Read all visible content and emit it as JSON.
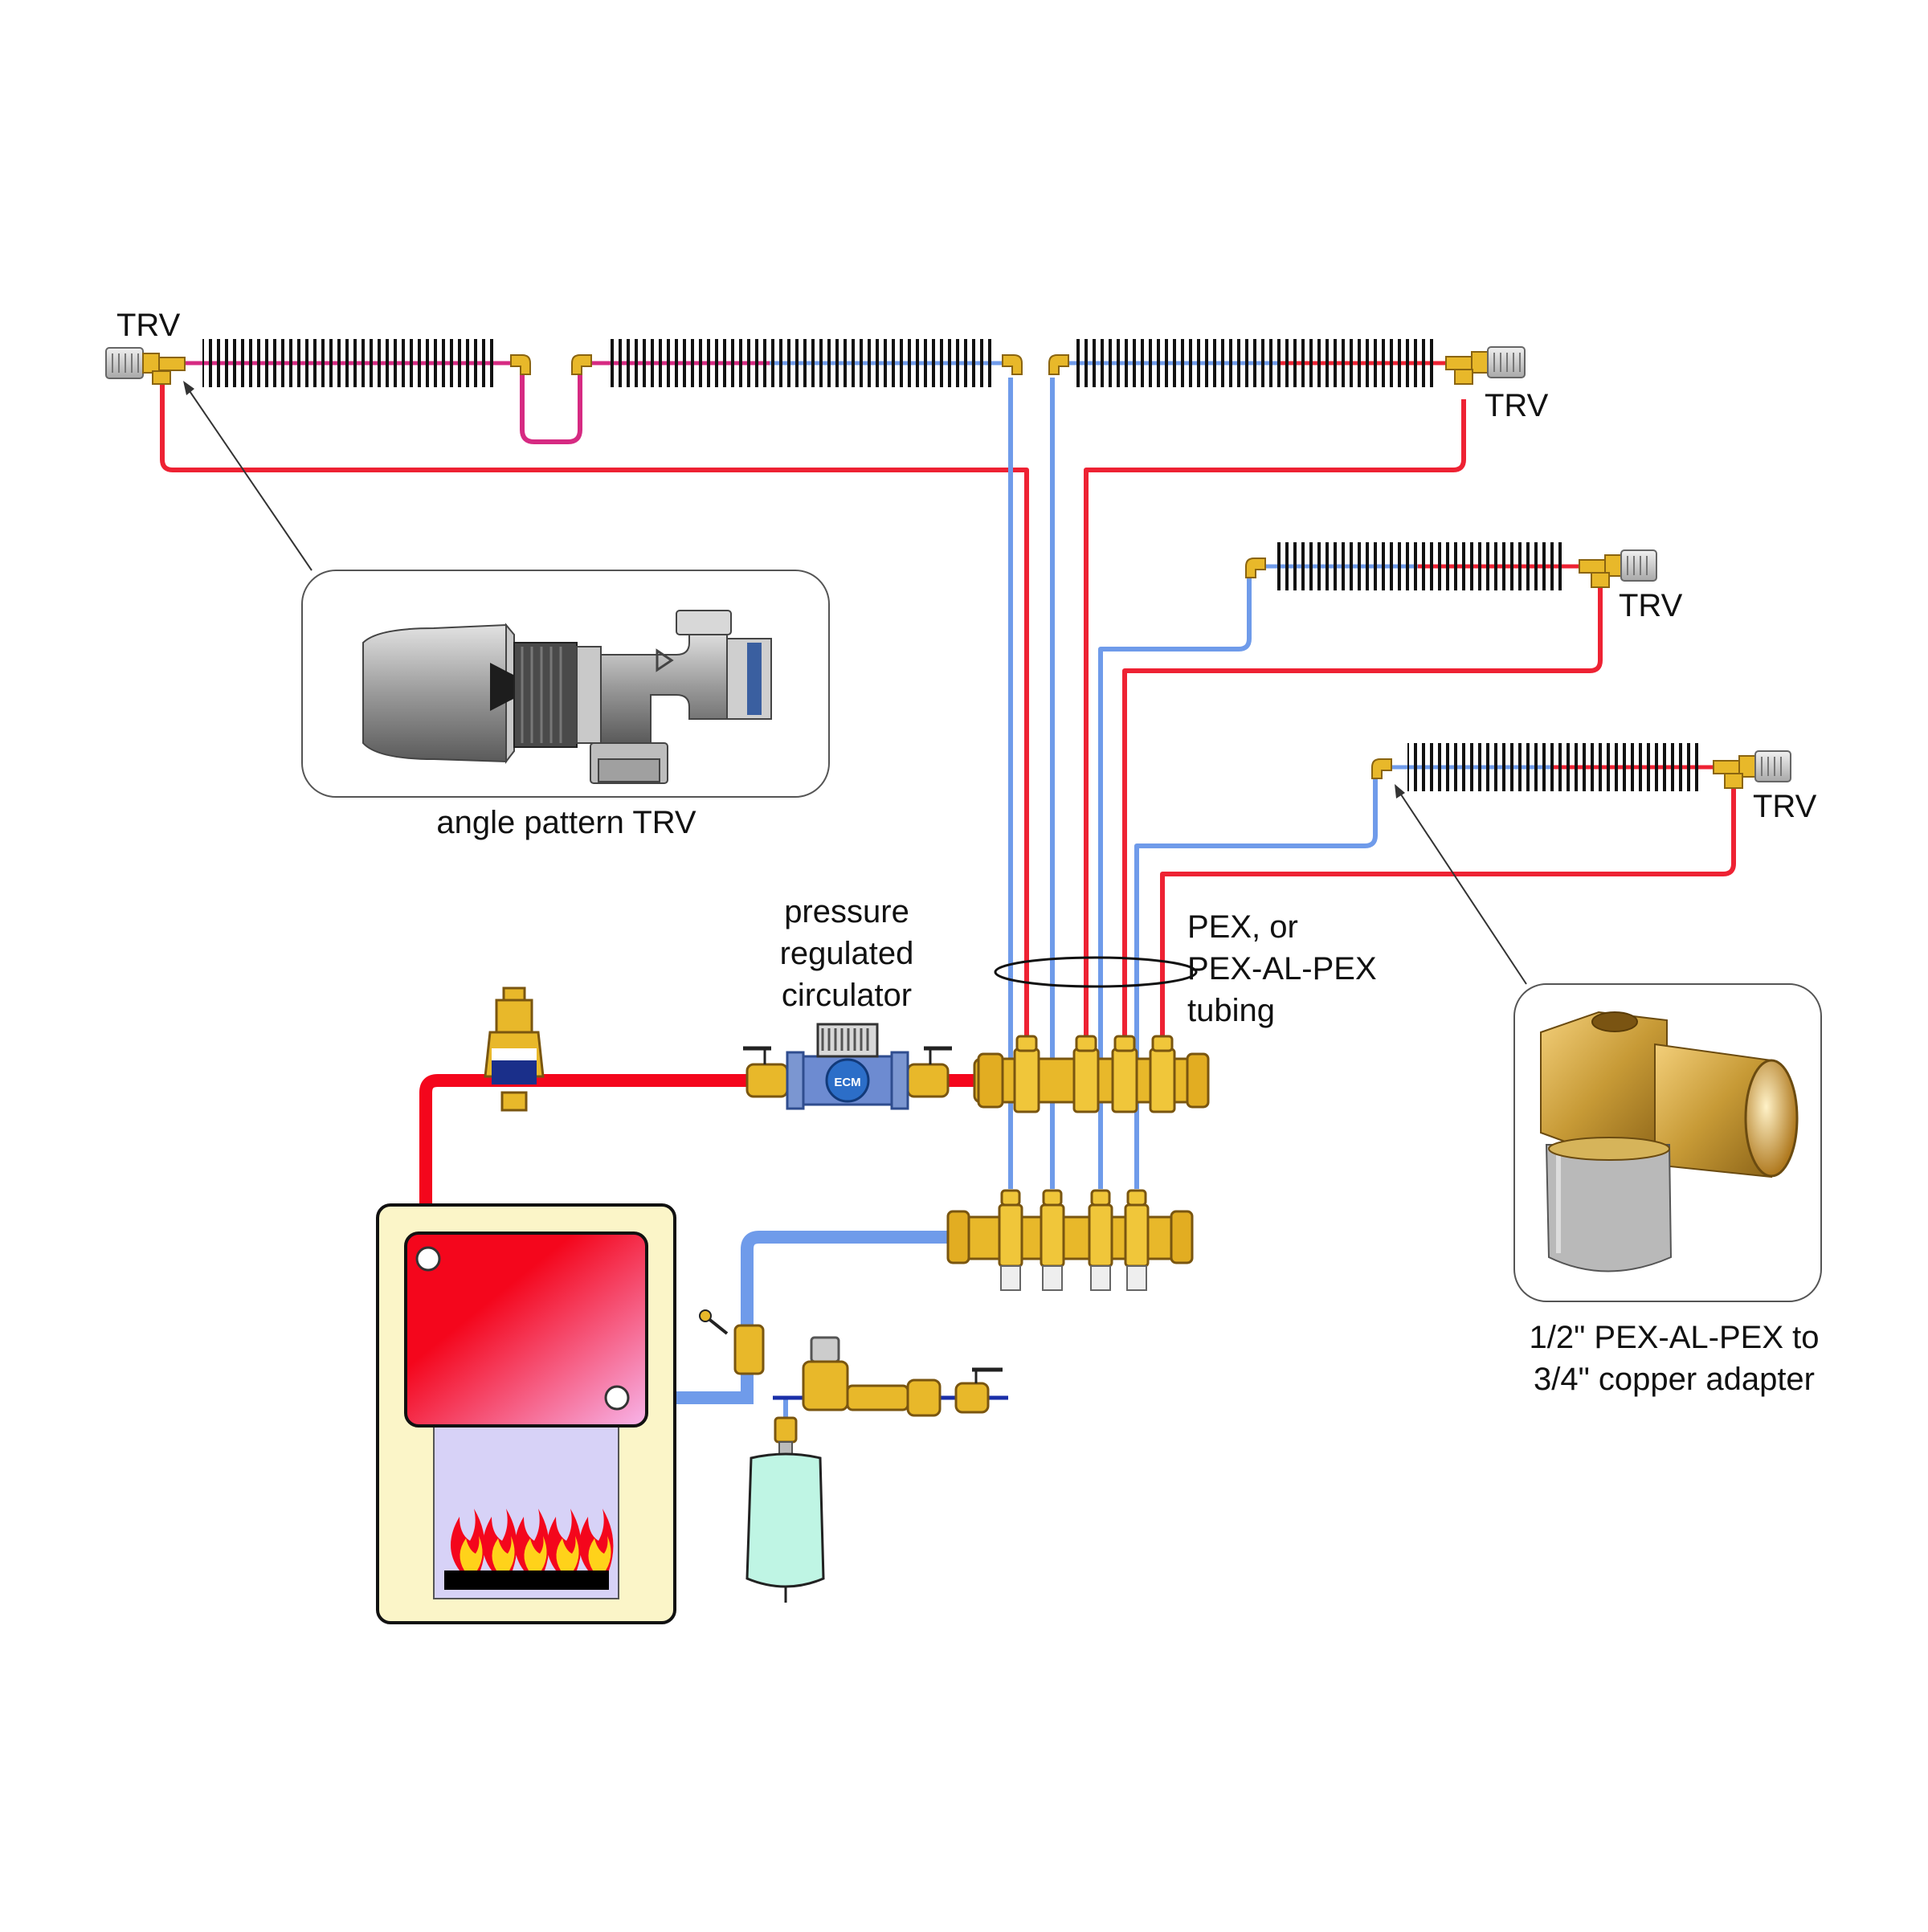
{
  "labels": {
    "trv_top_left": "TRV",
    "trv_top_right": "TRV",
    "trv_middle": "TRV",
    "trv_lower": "TRV",
    "angle_trv_caption": "angle pattern TRV",
    "circulator_line1": "pressure",
    "circulator_line2": "regulated",
    "circulator_line3": "circulator",
    "tubing_line1": "PEX, or",
    "tubing_line2": "PEX-AL-PEX",
    "tubing_line3": "tubing",
    "adapter_line1": "1/2\" PEX-AL-PEX to",
    "adapter_line2": "3/4\" copper adapter",
    "ecm_badge": "ECM"
  },
  "colors": {
    "supply": "#ee2233",
    "return": "#6f9bea",
    "mixed": "#d62a82",
    "brass": "#e8b82a",
    "boiler_cabinet": "#fbf5c8",
    "expansion_tank": "#bff5e4",
    "firebox": "#d7d2f7"
  },
  "icons": {
    "trv_valve": "thermostatic-radiator-valve-icon",
    "flame": "flame-icon",
    "air_separator": "air-vent-icon"
  }
}
